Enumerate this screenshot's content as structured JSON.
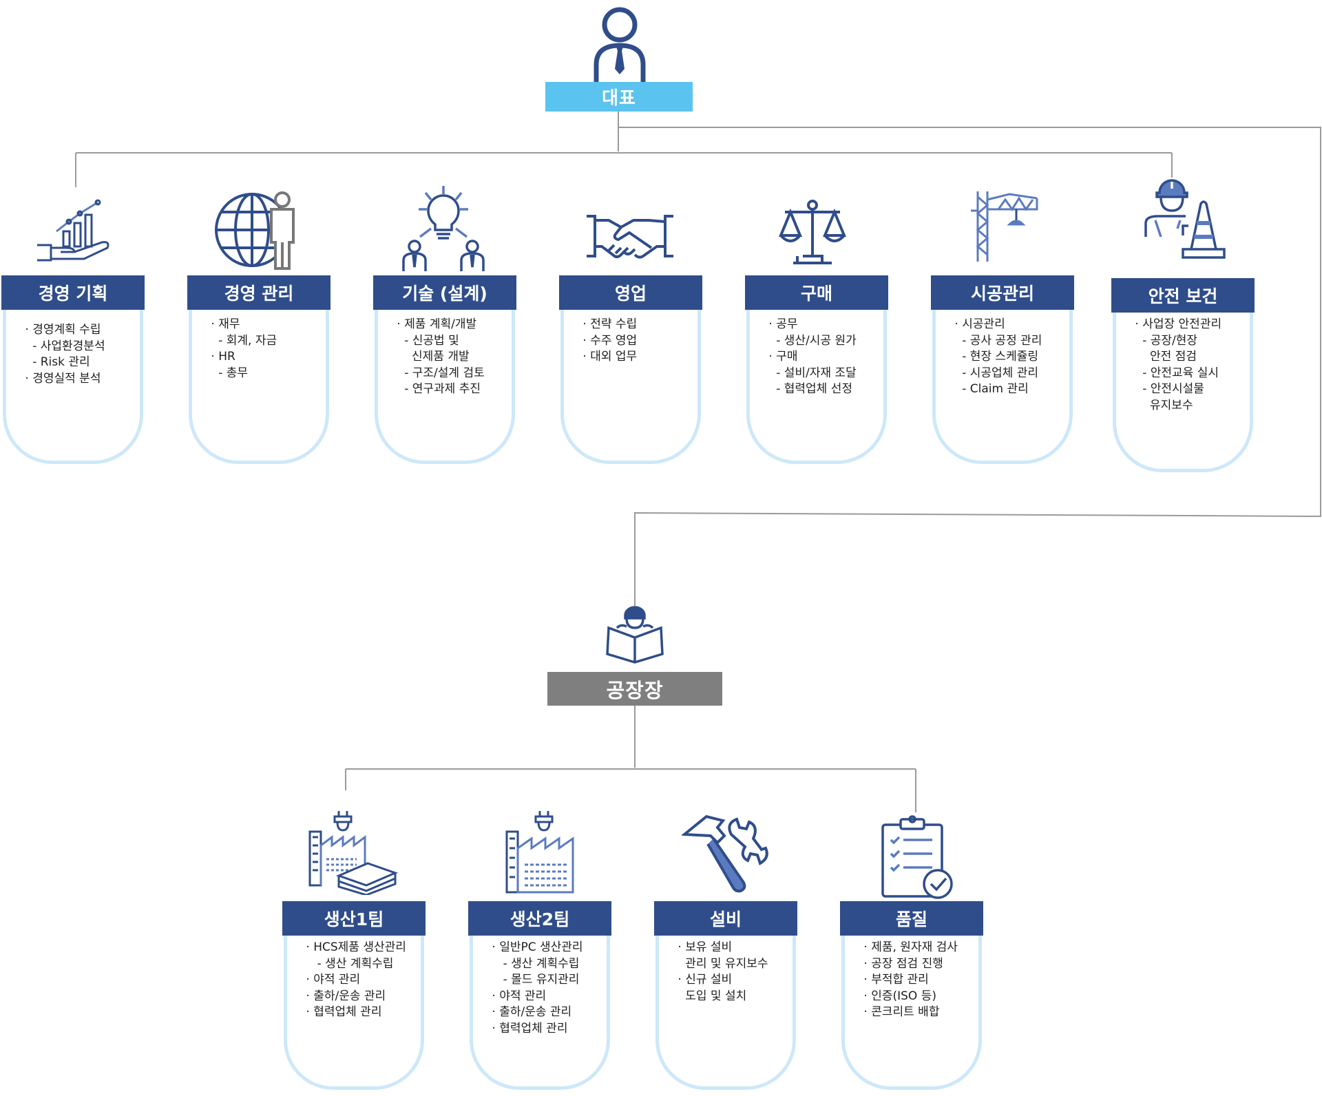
{
  "ceo": {
    "label": "대표"
  },
  "factory_manager": {
    "label": "공장장"
  },
  "departments": [
    {
      "name": "경영 기획",
      "icon": "growth-chart-hand-icon",
      "lines": [
        " · 경영계획 수립",
        "   - 사업환경분석",
        "   - Risk 관리",
        " · 경영실적 분석"
      ]
    },
    {
      "name": "경영 관리",
      "icon": "globe-person-icon",
      "lines": [
        " · 재무",
        "   - 회계, 자금",
        " · HR",
        "   - 총무"
      ]
    },
    {
      "name": "기술 (설계)",
      "icon": "lightbulb-people-icon",
      "lines": [
        " · 제품 계획/개발",
        "   - 신공법 및",
        "     신제품 개발",
        "   - 구조/설계 검토",
        "   - 연구과제 추진"
      ]
    },
    {
      "name": "영업",
      "icon": "handshake-icon",
      "lines": [
        " · 전략 수립",
        " · 수주 영업",
        " · 대외 업무"
      ]
    },
    {
      "name": "구매",
      "icon": "balance-scale-icon",
      "lines": [
        " · 공무",
        "   - 생산/시공 원가",
        " · 구매",
        "   - 설비/자재 조달",
        "   - 협력업체 선정"
      ]
    },
    {
      "name": "시공관리",
      "icon": "tower-crane-icon",
      "lines": [
        " · 시공관리",
        "   - 공사 공정 관리",
        "   - 현장 스케쥴링",
        "   - 시공업체 관리",
        "   - Claim 관리"
      ]
    },
    {
      "name": "안전 보건",
      "icon": "safety-worker-cone-icon",
      "lines": [
        " · 사업장 안전관리",
        "   - 공장/현장",
        "     안전 점검",
        "   - 안전교육 실시",
        "   - 안전시설물",
        "     유지보수"
      ]
    }
  ],
  "teams": [
    {
      "name": "생산1팀",
      "icon": "factory-slabs-icon",
      "lines": [
        " · HCS제품 생산관리",
        "    - 생산 계획수립",
        " · 야적 관리",
        " · 출하/운송 관리",
        " · 협력업체 관리"
      ]
    },
    {
      "name": "생산2팀",
      "icon": "factory-icon",
      "lines": [
        " · 일반PC 생산관리",
        "    - 생산 계획수립",
        "    - 몰드 유지관리",
        " · 야적 관리",
        " · 출하/운송 관리",
        " · 협력업체 관리"
      ]
    },
    {
      "name": "설비",
      "icon": "hammer-wrench-icon",
      "lines": [
        " · 보유 설비",
        "   관리 및 유지보수",
        " · 신규 설비",
        "   도입 및 설치"
      ]
    },
    {
      "name": "품질",
      "icon": "clipboard-check-icon",
      "lines": [
        " · 제품, 원자재 검사",
        " · 공장 점검 진행",
        " · 부적합 관리",
        " · 인증(ISO 등)",
        " · 콘크리트 배합"
      ]
    }
  ],
  "colors": {
    "header": "#2f4d8a",
    "ceo_box": "#5bc3ef",
    "factory_box": "#7f7f7f",
    "card_border": "#cde8f8",
    "icon": "#2f4d8a",
    "connector": "#9a9a9a"
  }
}
